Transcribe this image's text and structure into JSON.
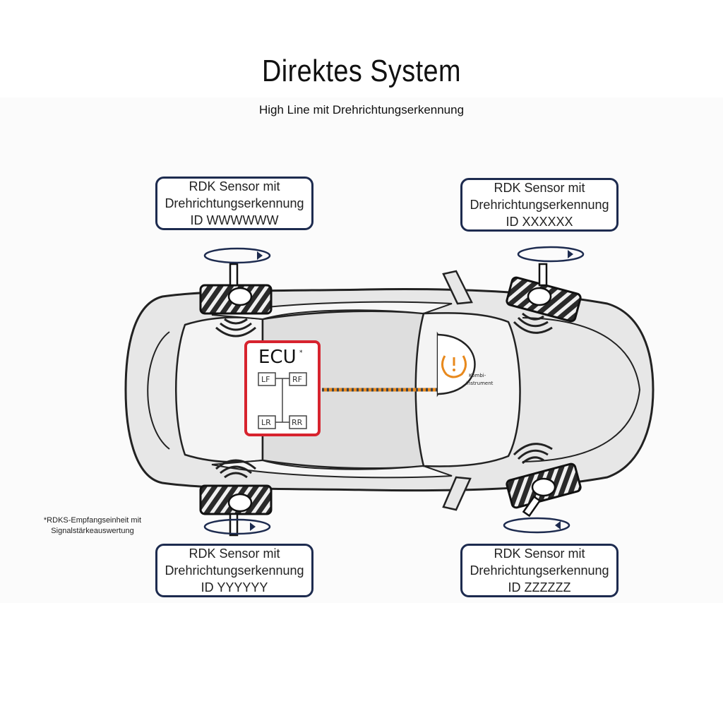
{
  "title": "Direktes System",
  "subtitle": "High Line mit Drehrichtungserkennung",
  "ecu": {
    "label": "ECU",
    "marker": "*",
    "wheels": {
      "lf": "LF",
      "rf": "RF",
      "lr": "LR",
      "rr": "RR"
    }
  },
  "kombi": {
    "line1": "Kombi-",
    "line2": "instrument",
    "warning_icon": "tpms-warning-icon",
    "warning_color": "#e8891d"
  },
  "sensors": {
    "front_left": {
      "line1": "RDK Sensor mit",
      "line2": "Drehrichtungserkennung",
      "line3": "ID WWWWWW"
    },
    "front_right": {
      "line1": "RDK Sensor mit",
      "line2": "Drehrichtungserkennung",
      "line3": "ID XXXXXX"
    },
    "rear_left": {
      "line1": "RDK Sensor mit",
      "line2": "Drehrichtungserkennung",
      "line3": "ID YYYYYY"
    },
    "rear_right": {
      "line1": "RDK Sensor mit",
      "line2": "Drehrichtungserkennung",
      "line3": "ID ZZZZZZ"
    }
  },
  "footnote": {
    "line1": "*RDKS-Empfangseinheit mit",
    "line2": "Signalstärkeauswertung"
  },
  "colors": {
    "box_border": "#1d2b4f",
    "ecu_border": "#d7232e",
    "wire": "#e8891d"
  }
}
